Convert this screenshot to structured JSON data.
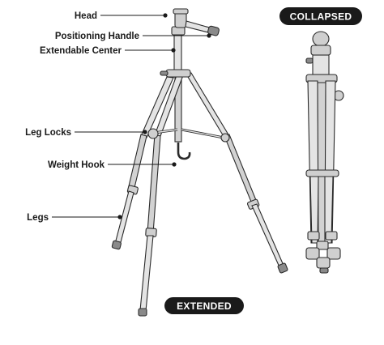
{
  "labels": {
    "head": "Head",
    "positioning_handle": "Positioning Handle",
    "extendable_center": "Extendable Center",
    "leg_locks": "Leg Locks",
    "weight_hook": "Weight Hook",
    "legs": "Legs"
  },
  "badges": {
    "collapsed": "COLLAPSED",
    "extended": "EXTENDED"
  },
  "colors": {
    "text": "#1a1a1a",
    "badge_bg": "#1a1a1a",
    "badge_text": "#ffffff",
    "metal_light": "#e4e4e4",
    "metal_mid": "#cfcfcf",
    "outline": "#2a2a2a"
  }
}
